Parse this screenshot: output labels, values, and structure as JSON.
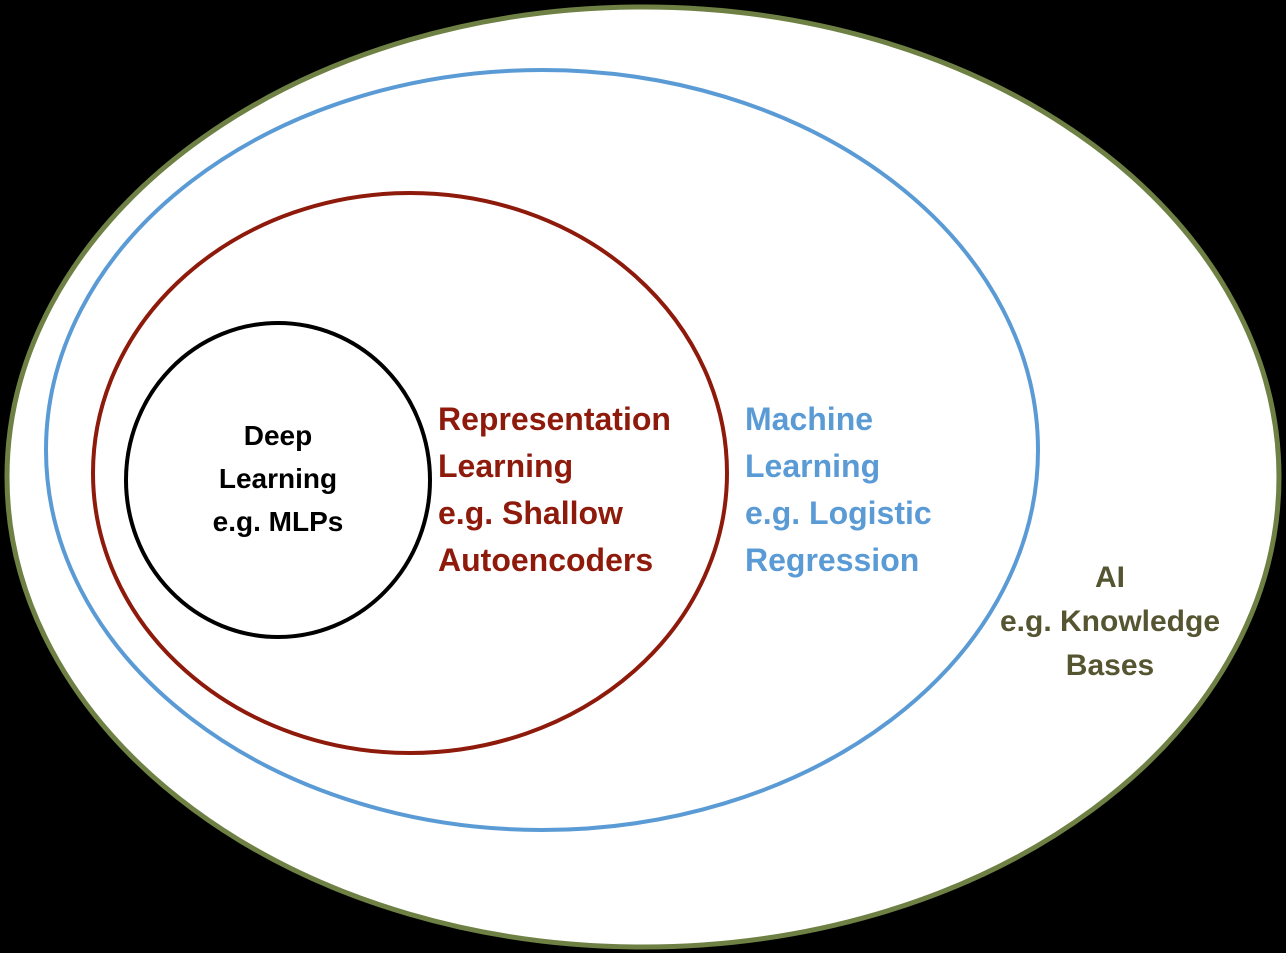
{
  "diagram": {
    "type": "nested-venn",
    "sets": {
      "ai": {
        "lines": [
          "AI",
          "e.g. Knowledge",
          "Bases"
        ]
      },
      "machine_learning": {
        "lines": [
          "Machine",
          "Learning",
          "e.g. Logistic",
          "Regression"
        ]
      },
      "representation_learning": {
        "lines": [
          "Representation",
          "Learning",
          "e.g. Shallow",
          "Autoencoders"
        ]
      },
      "deep_learning": {
        "lines": [
          "Deep",
          "Learning",
          "e.g. MLPs"
        ]
      }
    },
    "colors": {
      "background": "#000000",
      "ellipse_fill": "#ffffff",
      "ai_stroke": "#6e8043",
      "ai_text": "#565531",
      "machine_learning": "#5b9bd5",
      "representation_learning": "#8e1a0b",
      "deep_learning": "#000000"
    }
  }
}
